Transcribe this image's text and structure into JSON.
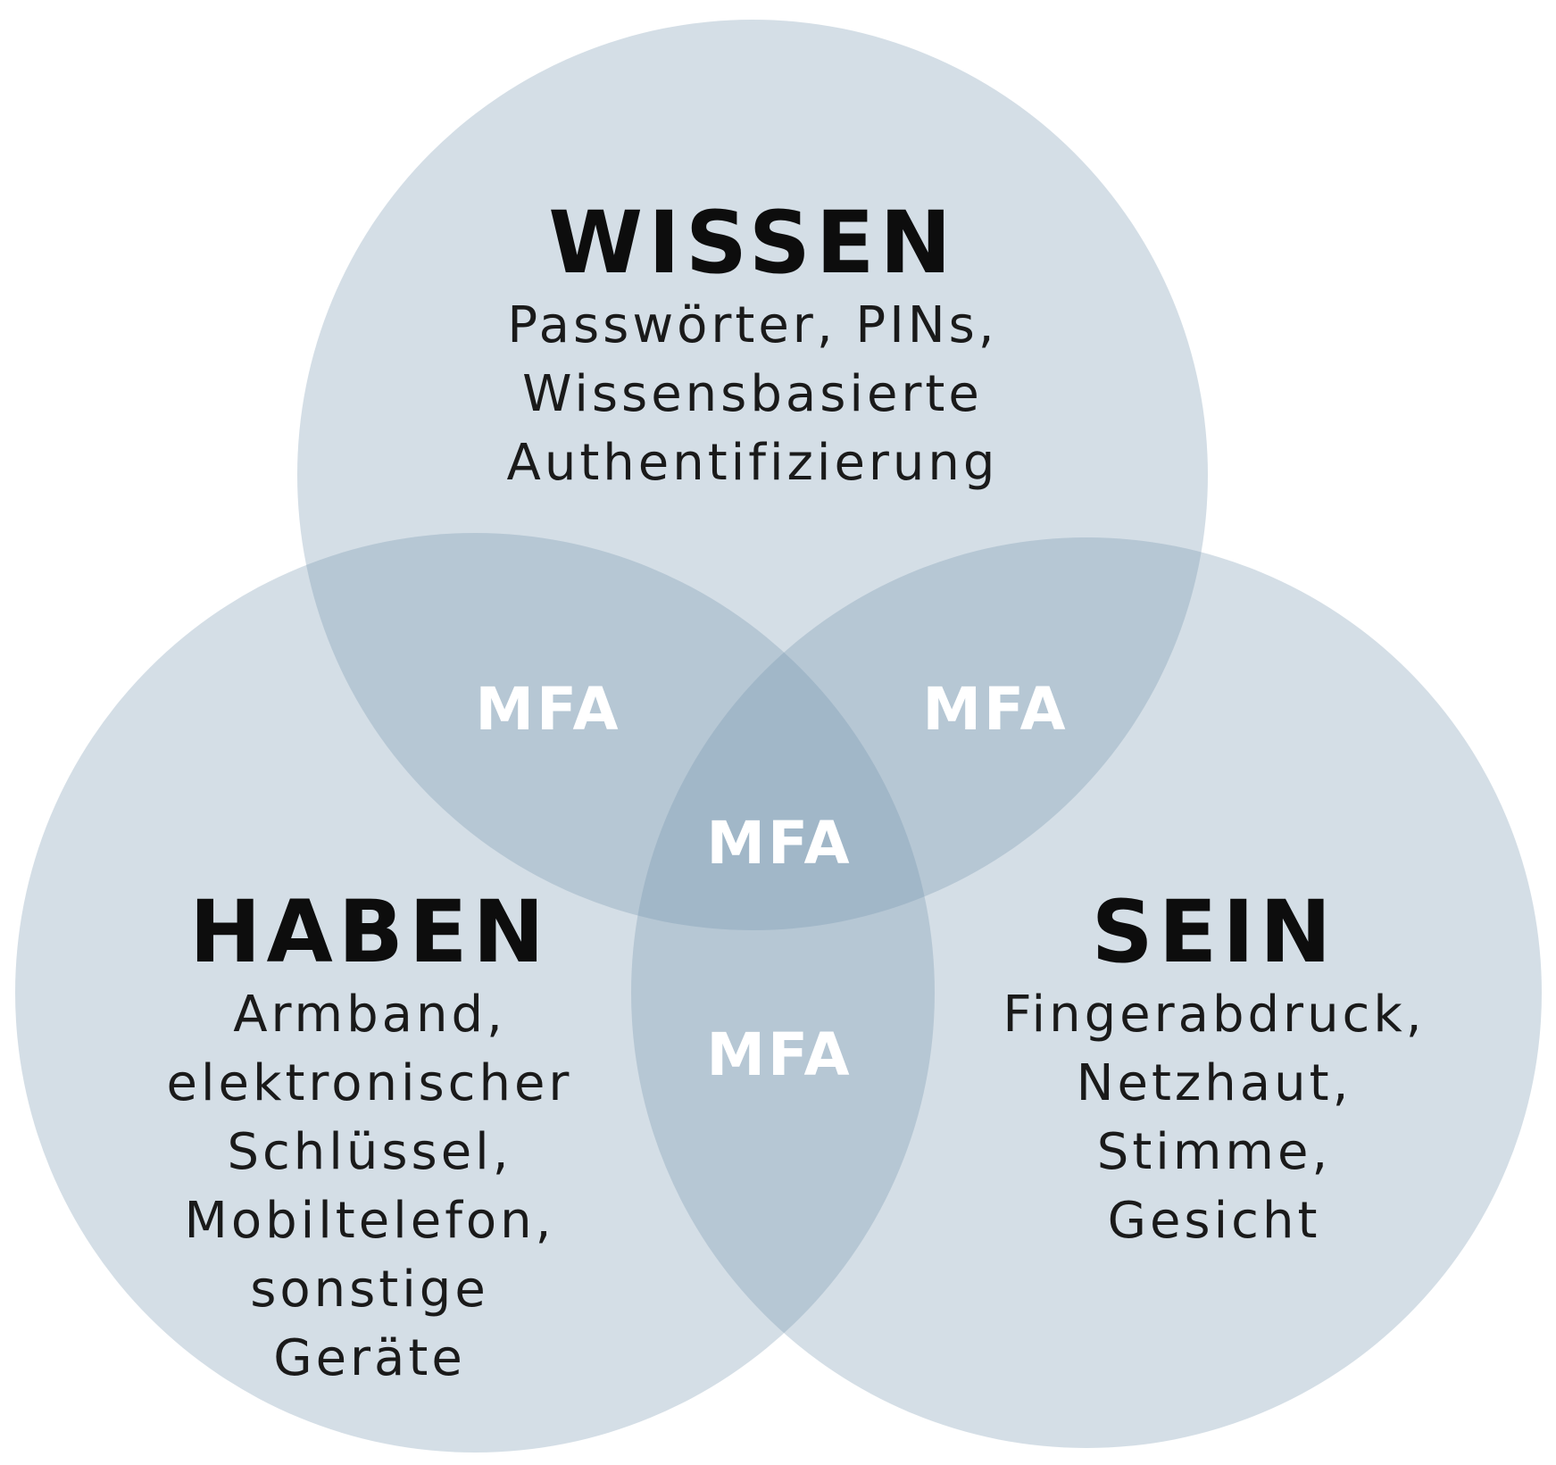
{
  "colors": {
    "background": "#ffffff",
    "circle_fill": "#6f92ab",
    "title_text": "#0d0d0d",
    "item_text": "#1a1a1a",
    "overlap_text": "#ffffff"
  },
  "sets": {
    "wissen": {
      "title": "WISSEN",
      "lines": [
        "Passwörter, PINs,",
        "Wissensbasierte",
        "Authentifizierung"
      ]
    },
    "haben": {
      "title": "HABEN",
      "lines": [
        "Armband,",
        "elektronischer",
        "Schlüssel,",
        "Mobiltelefon,",
        "sonstige",
        "Geräte"
      ]
    },
    "sein": {
      "title": "SEIN",
      "lines": [
        "Fingerabdruck,",
        "Netzhaut,",
        "Stimme,",
        "Gesicht"
      ]
    }
  },
  "overlaps": {
    "wissen_haben": "MFA",
    "wissen_sein": "MFA",
    "center": "MFA",
    "haben_sein": "MFA"
  }
}
